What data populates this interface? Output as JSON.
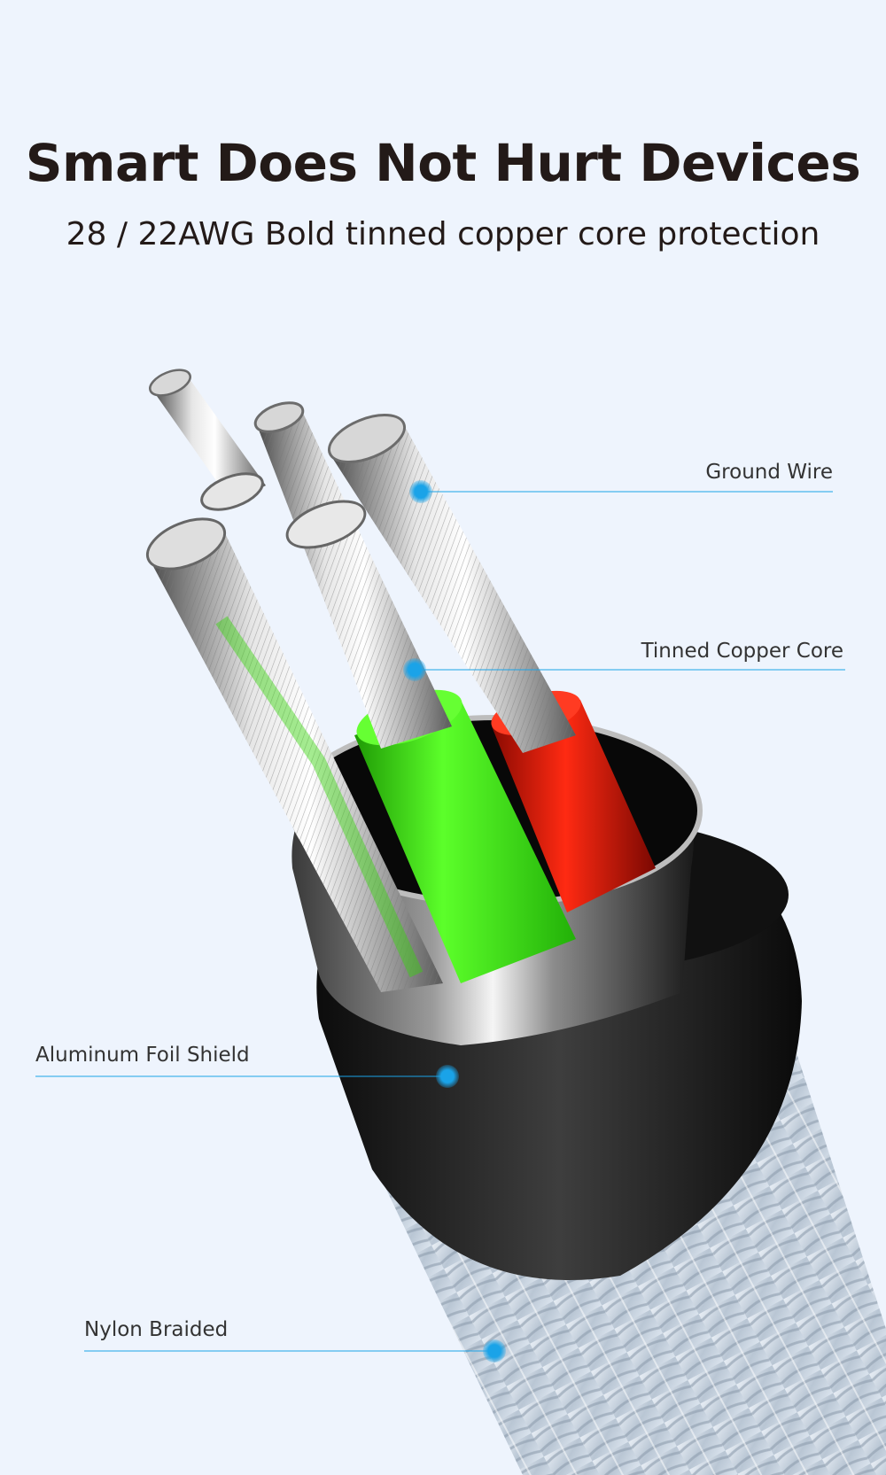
{
  "header": {
    "title": "Smart Does Not Hurt Devices",
    "subtitle": "28 / 22AWG Bold tinned copper core protection"
  },
  "callouts": [
    {
      "label": "Ground Wire"
    },
    {
      "label": "Tinned Copper Core"
    },
    {
      "label": "Aluminum Foil Shield"
    },
    {
      "label": "Nylon Braided"
    }
  ],
  "colors": {
    "background": "#eef4fd",
    "text": "#231a18",
    "accent": "#1aa3e8",
    "green_wire": "#35e00c",
    "red_wire": "#e81a0a"
  }
}
